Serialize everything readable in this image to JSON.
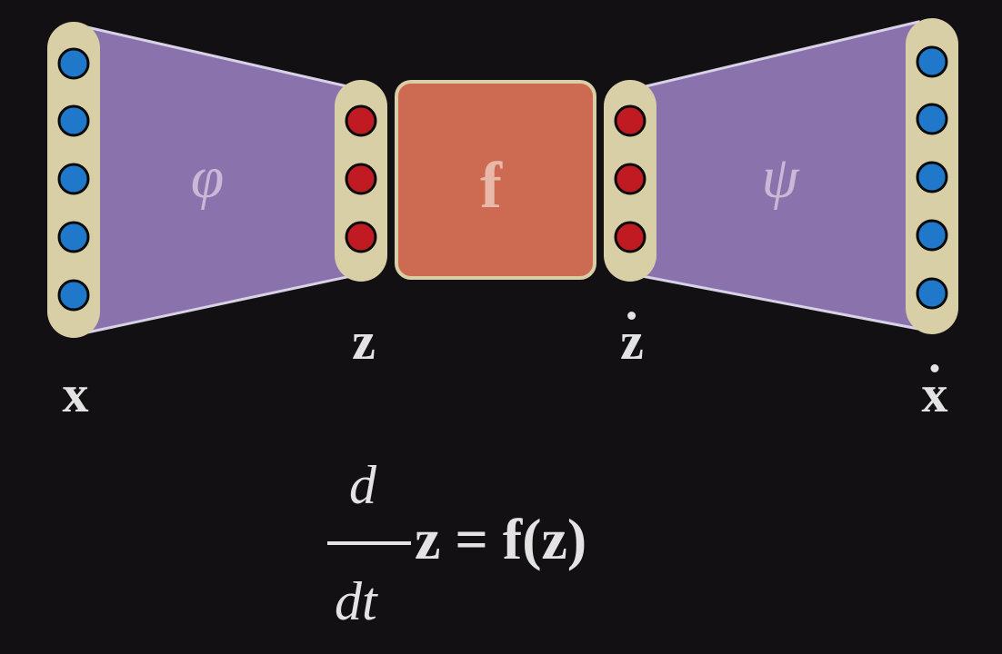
{
  "diagram": {
    "labels": {
      "x": "x",
      "z": "z",
      "z_dot": "z",
      "x_dot": "x",
      "encoder": "φ",
      "decoder": "ψ",
      "dynamics": "f"
    },
    "equation": {
      "numerator": "d",
      "denominator": "dt",
      "rhs": "z = f(z)"
    },
    "colors": {
      "background": "#121013",
      "trapezoid": "#8a72ad",
      "layer_pill": "#d9cfa7",
      "input_node": "#1f78c9",
      "latent_node": "#c01a22",
      "dynamics_box": "#cc6a52",
      "text": "#e3e3e3"
    }
  }
}
